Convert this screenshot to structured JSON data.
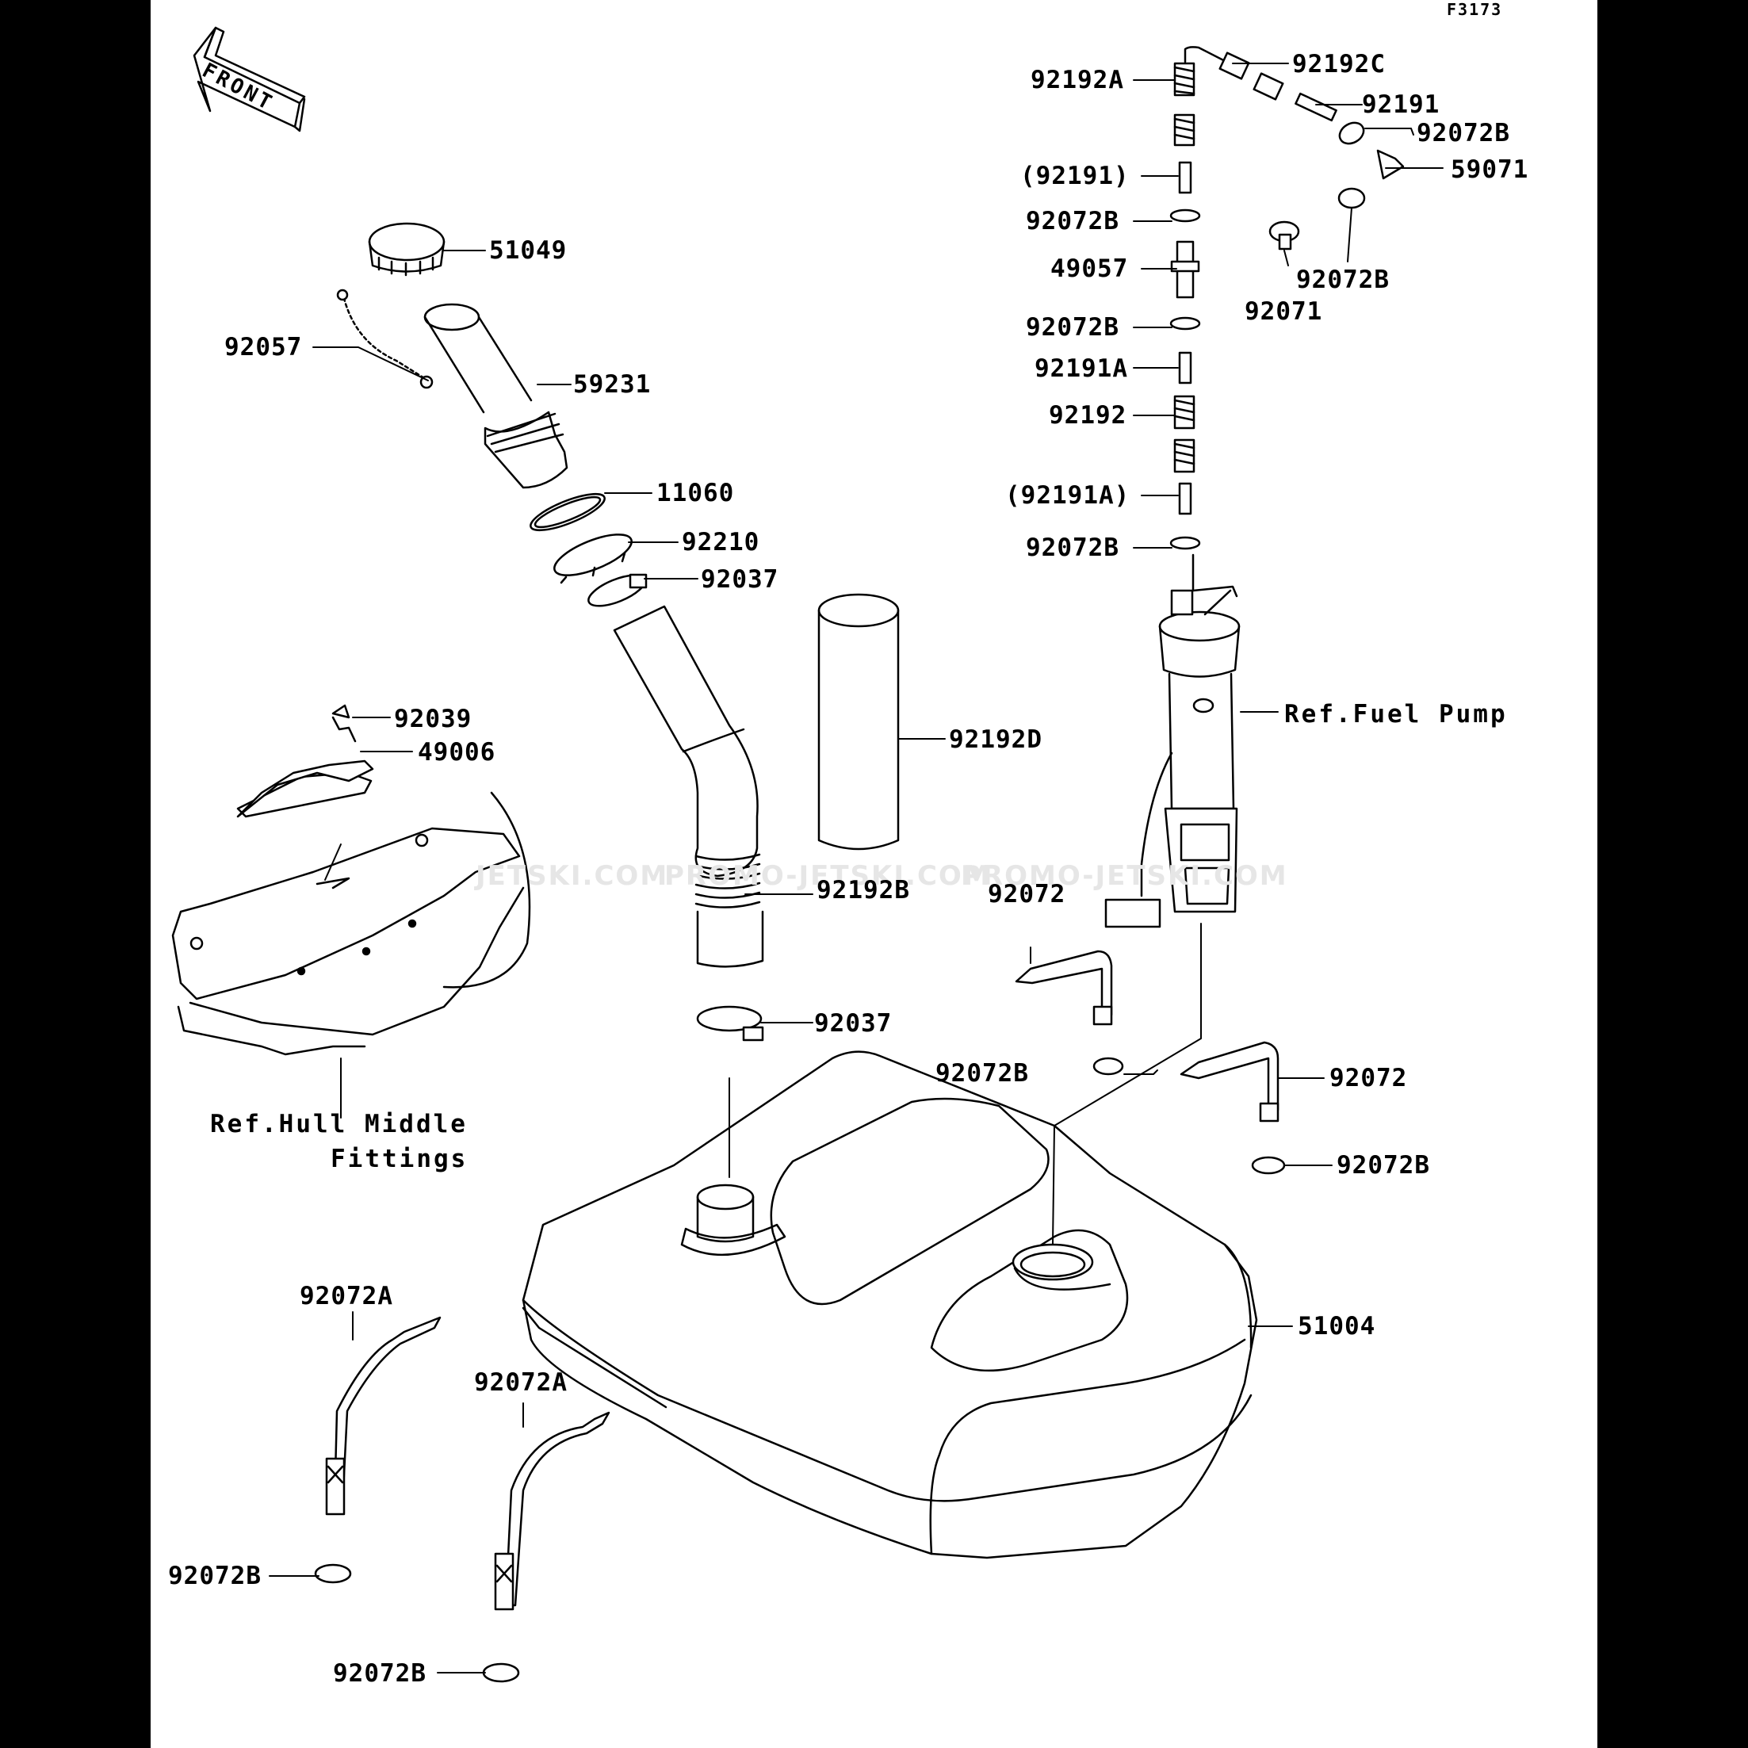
{
  "diagram": {
    "code": "F3173",
    "front_label": "FRONT",
    "watermarks": [
      "JETSKI.COM",
      "PROMO-JETSKI.COM",
      "PROMO-JETSKI.COM"
    ],
    "refs": {
      "hull_line1": "Ref.Hull Middle",
      "hull_line2": "Fittings",
      "fuel_pump": "Ref.Fuel Pump"
    },
    "parts": {
      "p92192C": "92192C",
      "p92192A": "92192A",
      "p92191": "92191",
      "p92072B_a": "92072B",
      "p92191_paren": "(92191)",
      "p59071": "59071",
      "p92072B_b": "92072B",
      "p49057": "49057",
      "p92072B_c": "92072B",
      "p92071": "92071",
      "p92072B_d": "92072B",
      "p92191A": "92191A",
      "p92192": "92192",
      "p92191A_paren": "(92191A)",
      "p92072B_e": "92072B",
      "p51049": "51049",
      "p92057": "92057",
      "p59231": "59231",
      "p11060": "11060",
      "p92210": "92210",
      "p92037_a": "92037",
      "p92192D": "92192D",
      "p92039": "92039",
      "p49006": "49006",
      "p92192B": "92192B",
      "p92072_a": "92072",
      "p92037_b": "92037",
      "p92072B_f": "92072B",
      "p92072_b": "92072",
      "p92072B_g": "92072B",
      "p51004": "51004",
      "p92072A_a": "92072A",
      "p92072A_b": "92072A",
      "p92072B_h": "92072B",
      "p92072B_i": "92072B"
    }
  }
}
